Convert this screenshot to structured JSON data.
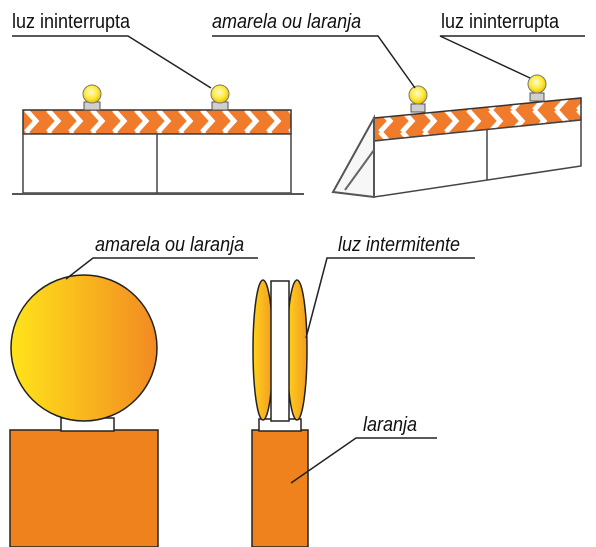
{
  "labels": {
    "top_left": "luz ininterrupta",
    "top_center": "amarela ou laranja",
    "top_right": "luz ininterrupta",
    "bottom_left": "amarela ou laranja",
    "bottom_right_top": "luz intermitente",
    "bottom_right_body": "laranja"
  },
  "colors": {
    "stripe_orange": "#f07b2a",
    "body_orange": "#f0821e",
    "lamp_yellow": "#ffe21a",
    "lamp_orange": "#f39221",
    "outline": "#222222",
    "leg_gray": "#555555"
  }
}
